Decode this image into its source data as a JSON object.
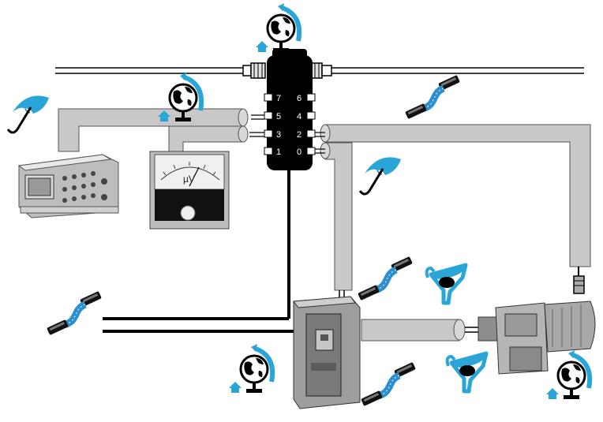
{
  "hub": {
    "ports": [
      "7",
      "6",
      "5",
      "4",
      "3",
      "2",
      "1",
      "0"
    ]
  },
  "meter": {
    "unit": "µV"
  },
  "colors": {
    "cable": "#c8c8c8",
    "cable_edge": "#555555",
    "hub": "#000000",
    "icon_blue": "#2aa5d8",
    "ribbon_blue": "#2b8fd0"
  },
  "icons": [
    "umbrella-icon",
    "globe-on-stand-icon",
    "ribbon-cable-icon",
    "funnel-icon"
  ]
}
